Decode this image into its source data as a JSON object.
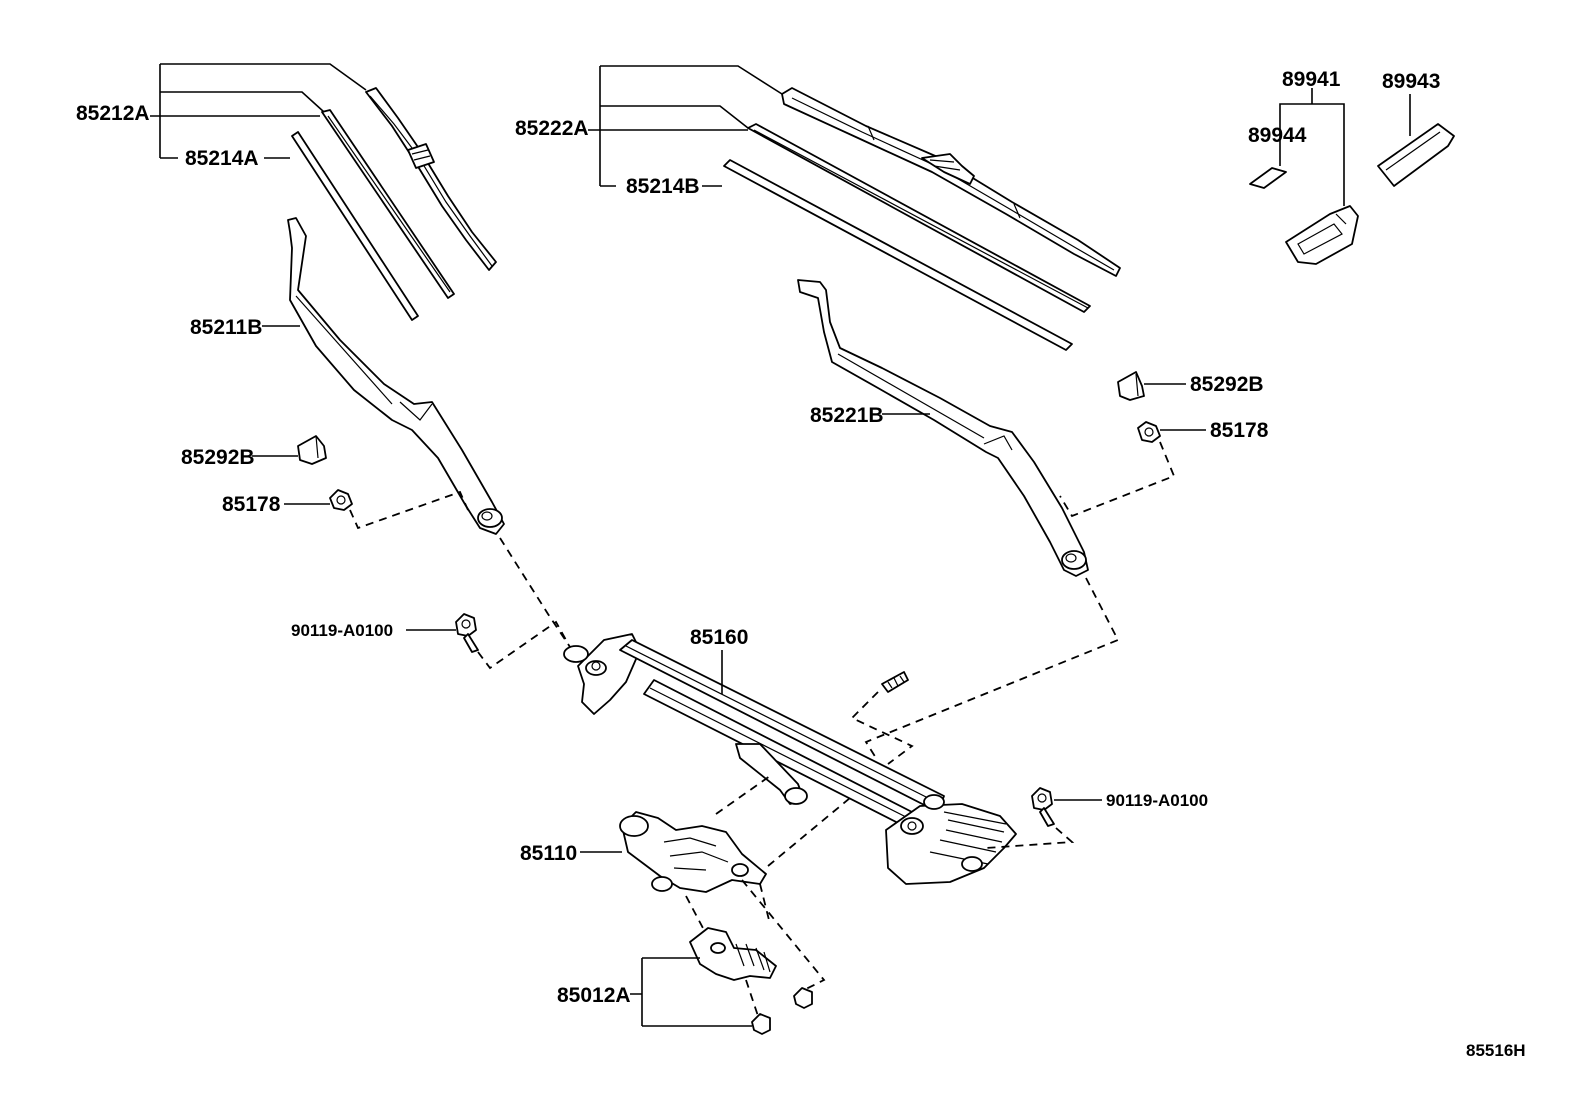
{
  "labels": {
    "p85212A": "85212A",
    "p85214A": "85214A",
    "p85211B": "85211B",
    "p85292B_left": "85292B",
    "p85178_left": "85178",
    "p90119_left": "90119-A0100",
    "p85222A": "85222A",
    "p85214B": "85214B",
    "p85221B": "85221B",
    "p85292B_right": "85292B",
    "p85178_right": "85178",
    "p85160": "85160",
    "p90119_right": "90119-A0100",
    "p85110": "85110",
    "p85012A": "85012A",
    "p89941": "89941",
    "p89943": "89943",
    "p89944": "89944"
  },
  "diagram_id": "85516H"
}
